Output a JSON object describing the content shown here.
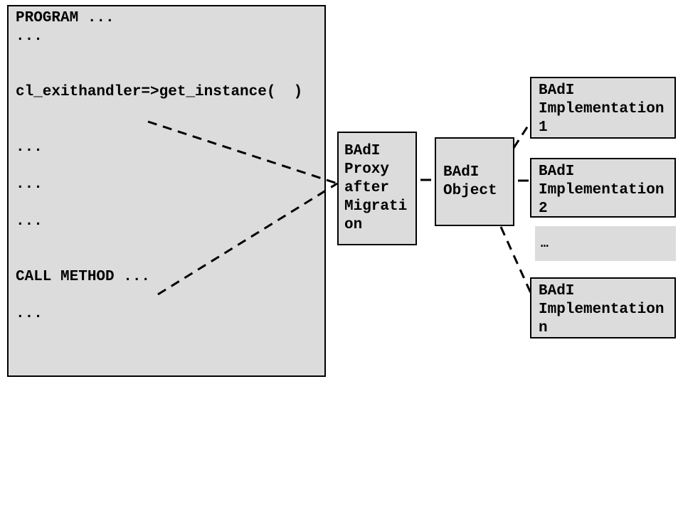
{
  "colors": {
    "background": "#ffffff",
    "box_fill": "#dcdcdc",
    "box_border": "#000000",
    "text": "#000000",
    "connector": "#000000"
  },
  "code_box": {
    "text": "PROGRAM ...\n...\n\n\ncl_exithandler=>get_instance(  )\n\n\n...\n\n...\n\n...\n\n\nCALL METHOD ...\n\n..."
  },
  "boxes": {
    "proxy": {
      "label": "BAdI Proxy after Migration",
      "lines": [
        "BAdI",
        "Proxy",
        "after",
        "Migrati",
        "on"
      ]
    },
    "object": {
      "label": "BAdI Object",
      "lines": [
        "BAdI",
        "Object"
      ]
    },
    "impl1": {
      "label": "BAdI Implementation 1",
      "lines": [
        "BAdI",
        "Implementation",
        "1"
      ]
    },
    "impl2": {
      "label": "BAdI Implementation 2",
      "lines": [
        "BAdI",
        "Implementation",
        "2"
      ]
    },
    "more": {
      "label": "…",
      "lines": [
        "…"
      ]
    },
    "impln": {
      "label": "BAdI Implementation n",
      "lines": [
        "BAdI",
        "Implementation",
        "n"
      ]
    }
  }
}
